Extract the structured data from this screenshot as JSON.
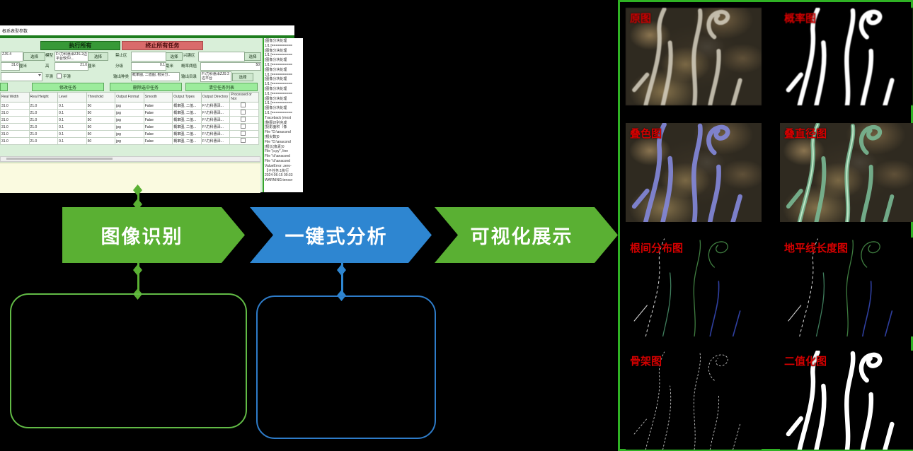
{
  "window": {
    "title": "根系表型参数",
    "toolbar": {
      "execute_all": "执行所有",
      "stop_all": "终止所有任务"
    },
    "form": {
      "select_label": "选择",
      "row1": [
        {
          "label": "",
          "value": "ZJS 4"
        },
        {
          "label": "模型",
          "value": "F:\\力科惠泽ZJS 2边平台软件\\..."
        },
        {
          "label": "禁止区",
          "value": ""
        },
        {
          "label": "兴趣区",
          "value": ""
        }
      ],
      "row2": [
        {
          "label": "",
          "value": "31.0",
          "unit": "厘米"
        },
        {
          "label": "高",
          "value": "21.0",
          "unit": "厘米"
        },
        {
          "label": "分级",
          "value": "0.1",
          "unit": "毫米"
        },
        {
          "label": "概率阈值",
          "value": "50",
          "unit": ""
        }
      ],
      "row3": [
        {
          "label": "",
          "value": ""
        },
        {
          "label": "平滑",
          "checkbox_label": "平滑"
        },
        {
          "label": "输出种类",
          "value": "概率图, 二值图, 根尖分.."
        },
        {
          "label": "输出目录",
          "value": "F:\\力科惠泽ZJS 2边平台"
        }
      ],
      "task_buttons": [
        "修改任务",
        "删除选中任务",
        "清空任务列表"
      ]
    },
    "table": {
      "headers": [
        "Real Width",
        "Real Height",
        "Level",
        "Threshold",
        "Output Format",
        "Smooth",
        "Output Types",
        "Output Directory",
        "Processed or Not"
      ],
      "rows": [
        [
          "31.0",
          "21.0",
          "0.1",
          "50",
          "jpg",
          "False",
          "概率图, 二值...",
          "F:\\力科惠泽...",
          ""
        ],
        [
          "31.0",
          "21.0",
          "0.1",
          "50",
          "jpg",
          "False",
          "概率图, 二值...",
          "F:\\力科惠泽...",
          ""
        ],
        [
          "31.0",
          "21.0",
          "0.1",
          "50",
          "jpg",
          "False",
          "概率图, 二值...",
          "F:\\力科惠泽...",
          ""
        ],
        [
          "31.0",
          "21.0",
          "0.1",
          "50",
          "jpg",
          "False",
          "概率图, 二值...",
          "F:\\力科惠泽...",
          ""
        ],
        [
          "31.0",
          "21.0",
          "0.1",
          "50",
          "jpg",
          "False",
          "概率图, 二值...",
          "F:\\力科惠泽...",
          ""
        ],
        [
          "31.0",
          "21.0",
          "0.1",
          "50",
          "jpg",
          "False",
          "概率图, 二值...",
          "F:\\力科惠泽...",
          ""
        ]
      ]
    },
    "log_lines": [
      "[图像分块处理",
      "1/1 [==========",
      "[图像分块处理",
      "1/1 [==========",
      "[图像分块处理",
      "1/1 [==========",
      "[图像分块处理",
      "1/1 [==========",
      "[图像分块处理",
      "1/1 [==========",
      "[图像分块处理",
      "1/1 [==========",
      "[图像分块处理",
      "1/1 [==========",
      "[图像分块处理",
      "1/1 [==========",
      "Traceback (most",
      "[整图识别完成",
      "[投影面积（像",
      "File \"D:\\anacond",
      "[根尖数]0",
      "File \"D:\\anacond",
      "[根长(像素)0",
      "File \"p.py\", line",
      "File \"d:\\anacond",
      "File \"d:\\anacond",
      "ValueError: zero-",
      "【子任务:1执行",
      "2024-06-15 09:33",
      "WARNING:tensor"
    ]
  },
  "flow": {
    "steps": [
      {
        "label": "图像识别",
        "color": "#5ab033"
      },
      {
        "label": "一键式分析",
        "color": "#2e86d1"
      },
      {
        "label": "可视化展示",
        "color": "#5ab033"
      }
    ]
  },
  "panel": {
    "label_color": "#d40000",
    "border_color": "#2fb224",
    "images": [
      {
        "label": "原图",
        "type": "photo"
      },
      {
        "label": "概率图",
        "type": "probability"
      },
      {
        "label": "叠色图",
        "type": "overlay-color"
      },
      {
        "label": "叠直径图",
        "type": "overlay-diameter"
      },
      {
        "label": "根间分布图",
        "type": "distribution"
      },
      {
        "label": "地平线长度图",
        "type": "horizon-length"
      },
      {
        "label": "骨架图",
        "type": "skeleton"
      },
      {
        "label": "二值化图",
        "type": "binary"
      }
    ]
  },
  "colors": {
    "arrow_green": "#5ab033",
    "arrow_blue": "#2e86d1",
    "box_green_border": "#62bb46",
    "box_blue_border": "#2e7cc9"
  }
}
